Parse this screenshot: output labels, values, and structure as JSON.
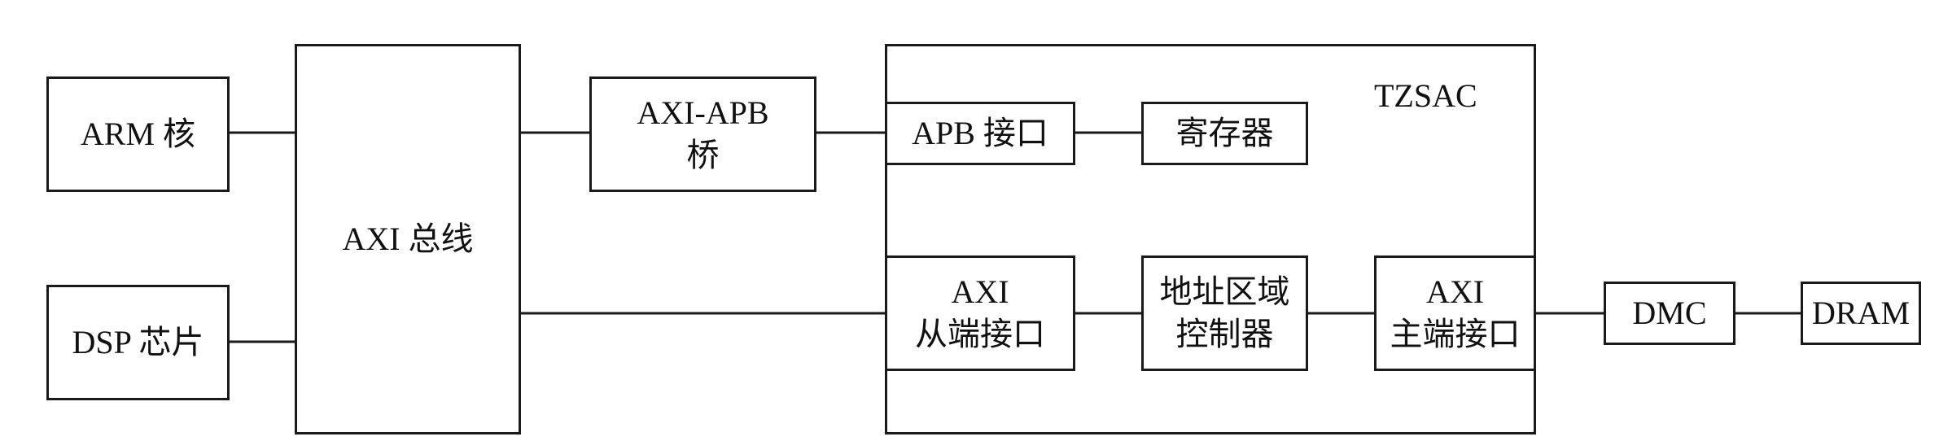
{
  "diagram": {
    "nodes": {
      "arm_core": "ARM 核",
      "dsp_chip": "DSP 芯片",
      "axi_bus": "AXI 总线",
      "axi_apb_bridge": [
        "AXI-APB",
        "桥"
      ],
      "tzsac": "TZSAC",
      "apb_interface": "APB 接口",
      "registers": "寄存器",
      "axi_slave_interface": [
        "AXI",
        "从端接口"
      ],
      "address_region_controller": [
        "地址区域",
        "控制器"
      ],
      "axi_master_interface": [
        "AXI",
        "主端接口"
      ],
      "dmc": "DMC",
      "dram": "DRAM"
    },
    "connections": [
      [
        "ARM 核",
        "AXI 总线"
      ],
      [
        "DSP 芯片",
        "AXI 总线"
      ],
      [
        "AXI 总线",
        "AXI-APB 桥"
      ],
      [
        "AXI-APB 桥",
        "APB 接口"
      ],
      [
        "APB 接口",
        "寄存器"
      ],
      [
        "AXI 总线",
        "AXI 从端接口"
      ],
      [
        "AXI 从端接口",
        "地址区域控制器"
      ],
      [
        "地址区域控制器",
        "AXI 主端接口"
      ],
      [
        "AXI 主端接口",
        "DMC"
      ],
      [
        "DMC",
        "DRAM"
      ]
    ]
  }
}
